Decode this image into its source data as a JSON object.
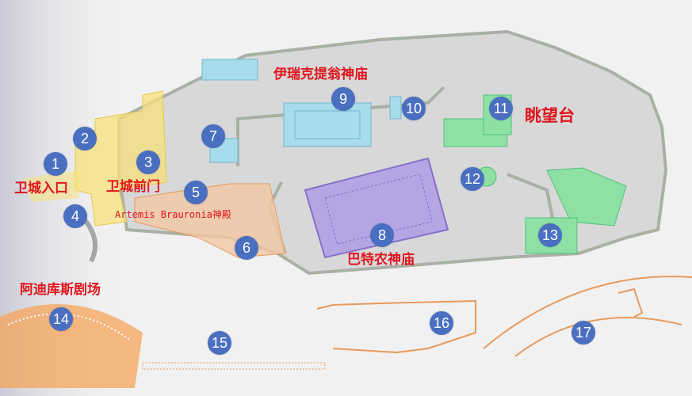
{
  "map": {
    "labels": {
      "erechtheion": "伊瑞克提翁神庙",
      "belvedere": "眺望台",
      "entrance": "卫城入口",
      "propylaea": "卫城前门",
      "artemis": "Artemis Brauronia神殿",
      "parthenon": "巴特农神庙",
      "odeon": "阿迪库斯剧场"
    },
    "markers": [
      "1",
      "2",
      "3",
      "4",
      "5",
      "6",
      "7",
      "8",
      "9",
      "10",
      "11",
      "12",
      "13",
      "14",
      "15",
      "16",
      "17"
    ],
    "colors": {
      "plateau": "#d8d8d9",
      "wall": "#a9b0a6",
      "propylaea": "#f7e27a",
      "artemis": "#f4c8a2",
      "erechtheion": "#a8dcea",
      "parthenon": "#b5a6e3",
      "belvedere": "#8fe0a4",
      "odeon": "#f6a45a",
      "marker": "#4a6fc0",
      "label": "#e0141c"
    }
  }
}
